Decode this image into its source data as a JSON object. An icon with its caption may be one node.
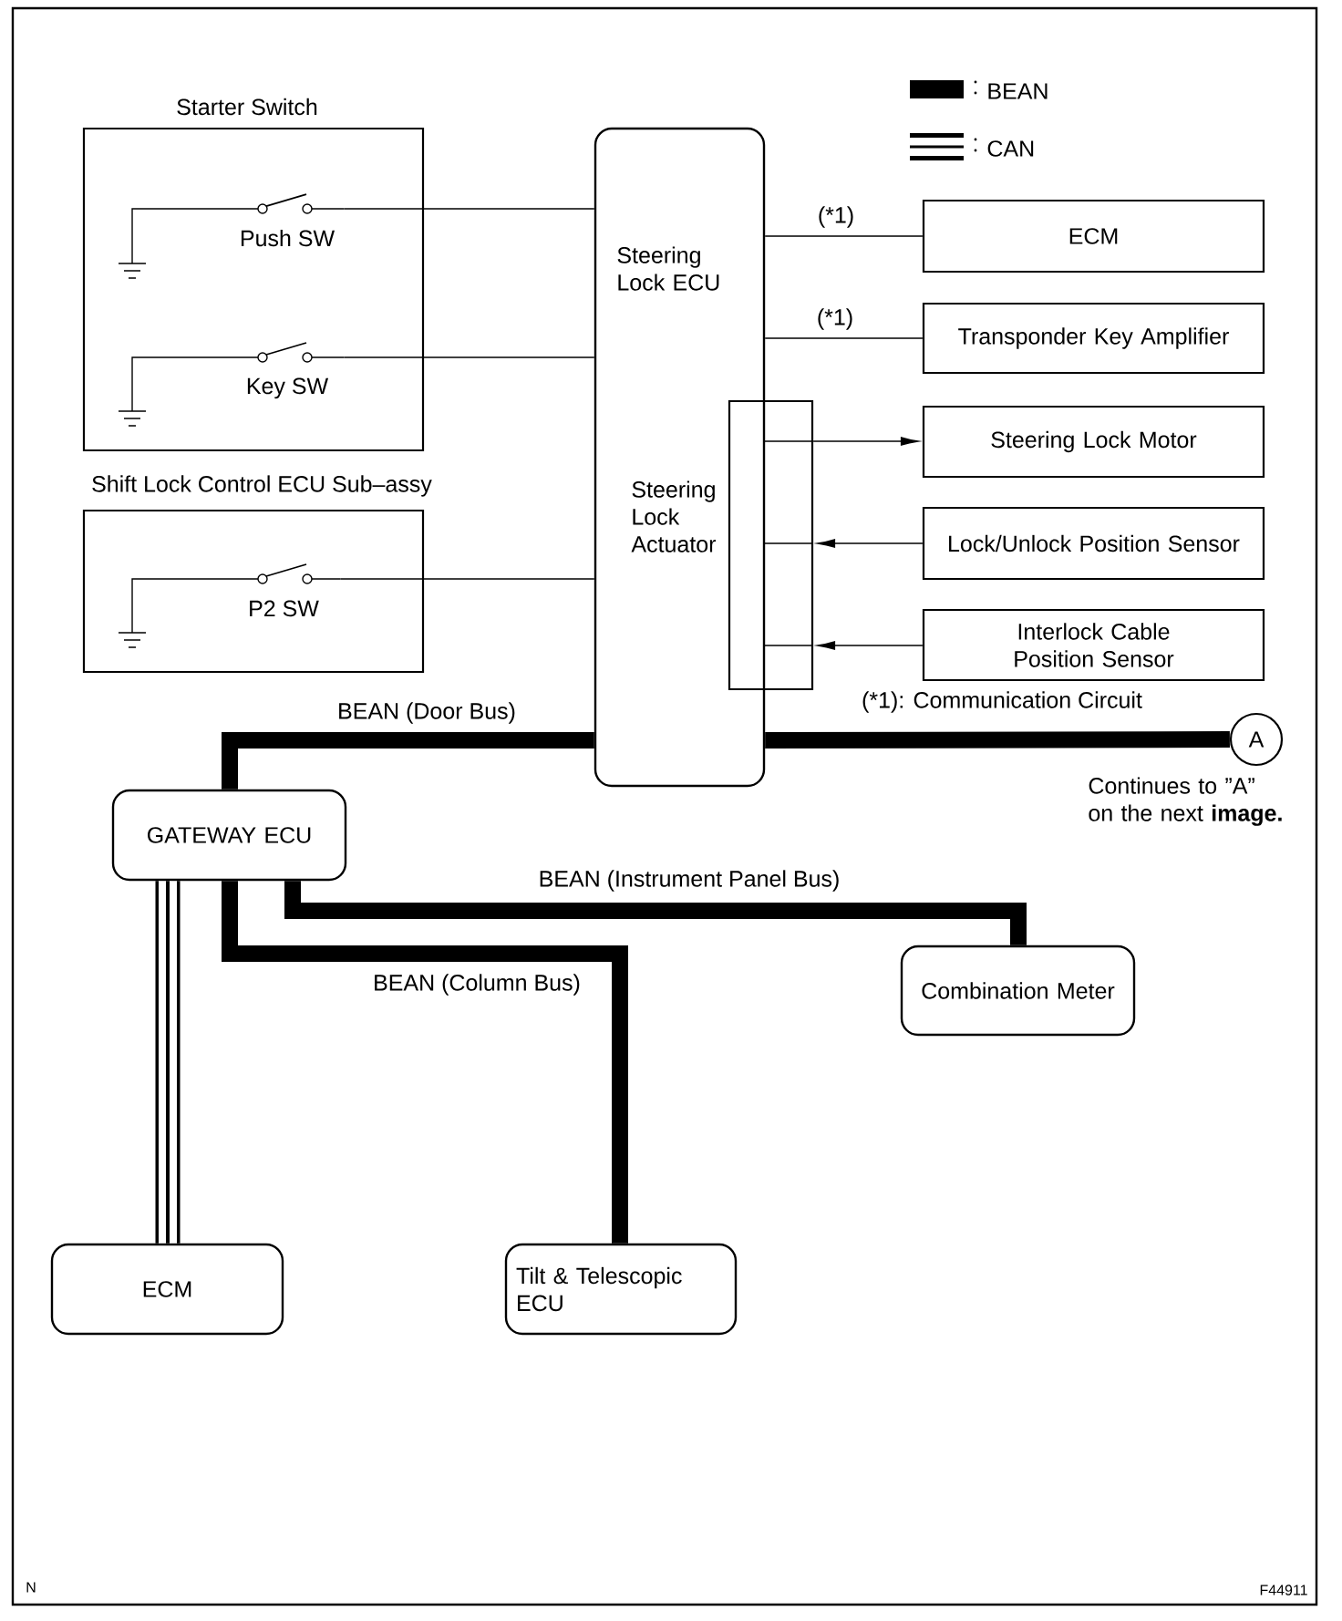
{
  "diagram": {
    "nodes": [
      {
        "text": [
          "Starter Switch"
        ]
      },
      {
        "text": [
          "Push SW"
        ],
        "in": 0
      },
      {
        "text": [
          "Key SW"
        ],
        "in": 0
      },
      {
        "text": [
          "Shift Lock Control ECU Sub–assy"
        ]
      },
      {
        "text": [
          "P2 SW"
        ],
        "in": 3
      },
      {
        "text": [
          "Steering Lock ECU"
        ]
      },
      {
        "text": [],
        "shape": "box"
      },
      {
        "text": [
          "ECM"
        ]
      },
      {
        "text": [
          "Transponder Key Amplifier"
        ]
      },
      {
        "text": [
          "Steering Lock Motor"
        ]
      },
      {
        "text": [
          "Lock/Unlock Position Sensor"
        ]
      },
      {
        "text": [
          "Interlock Cable Position Sensor"
        ]
      },
      {
        "text": [
          "A"
        ],
        "beside": [
          "Continues to ”A” on the next **image.**"
        ]
      },
      {
        "text": [
          "GATEWAY ECU"
        ]
      },
      {
        "text": [
          "Combination Meter"
        ]
      },
      {
        "text": [
          "ECM"
        ]
      },
      {
        "text": [
          "Tilt & Telescopic ECU"
        ]
      },
      {
        "text": [
          "Steering Lock Actuator"
        ],
        "in": 5
      }
    ],
    "edges": [
      {
        "from": 1,
        "to": 5,
        "arrow": "none"
      },
      {
        "from": 2,
        "to": 5,
        "arrow": "none"
      },
      {
        "from": 4,
        "to": 5,
        "arrow": "none"
      },
      {
        "from": 5,
        "to": 7,
        "arrow": "none",
        "label": "(*1)"
      },
      {
        "from": 5,
        "to": 8,
        "arrow": "none",
        "label": "(*1)"
      },
      {
        "from": 6,
        "to": 9,
        "arrow": "to"
      },
      {
        "from": 10,
        "to": 6,
        "arrow": "to"
      },
      {
        "from": 11,
        "to": 6,
        "arrow": "to"
      },
      {
        "from": 5,
        "to": 12,
        "arrow": "none",
        "style": "thick"
      },
      {
        "from": 5,
        "to": 13,
        "arrow": "none",
        "style": "thick",
        "label": "BEAN (Door Bus)"
      },
      {
        "from": 13,
        "to": 14,
        "arrow": "none",
        "style": "thick",
        "label": "BEAN (Instrument Panel Bus)"
      },
      {
        "from": 13,
        "to": 16,
        "arrow": "none",
        "style": "thick",
        "label": "BEAN (Column Bus)"
      },
      {
        "from": 13,
        "to": 15,
        "arrow": "none",
        "style": "thick"
      }
    ],
    "labels": [
      "(*1): Communication Circuit",
      "N",
      "F44911"
    ],
    "legend": [
      {
        "text": "BEAN"
      },
      {
        "text": "CAN"
      }
    ]
  }
}
